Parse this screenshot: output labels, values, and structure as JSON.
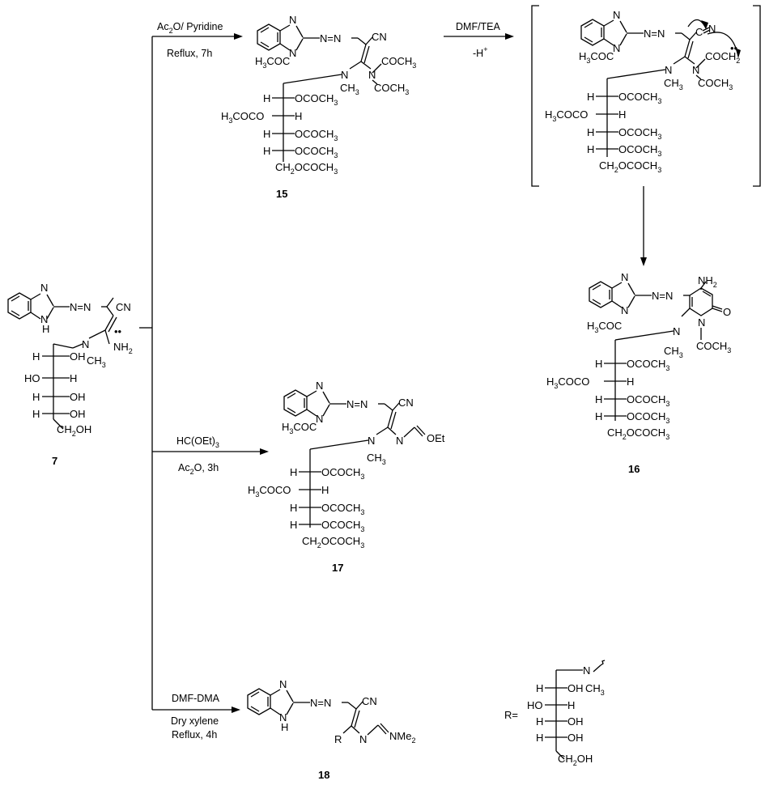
{
  "conditions": {
    "c15_line1": "Ac",
    "c15_line1_sub": "2",
    "c15_line1_rest": "O/ Pyridine",
    "c15_line2": "Reflux, 7h",
    "c17_line1": "HC(OEt)",
    "c17_line1_sub": "3",
    "c17_line2": "Ac",
    "c17_line2_sub": "2",
    "c17_line2_rest": "O, 3h",
    "c18_line1": "DMF-DMA",
    "c18_line2": "Dry xylene",
    "c18_line3": "Reflux, 4h",
    "cInt_line1": "DMF/TEA",
    "cInt_line2": "-H",
    "cInt_line2_sup": "+"
  },
  "compounds": {
    "c7": {
      "label": "7",
      "atoms": {
        "N_top": "N",
        "NH": "N",
        "H": "H",
        "azo": "N=N",
        "CN": "CN",
        "NH2": "NH",
        "NH2_sub": "2",
        "N_me": "N",
        "CH3": "CH",
        "CH3_sub": "3",
        "r1": "H",
        "r1b": "OH",
        "r2": "HO",
        "r2b": "H",
        "r3": "H",
        "r3b": "OH",
        "r4": "H",
        "r4b": "OH",
        "ch2oh": "CH",
        "ch2oh_sub": "2",
        "ch2oh_rest": "OH",
        "lonepair": "••"
      }
    },
    "c15": {
      "label": "15",
      "atoms": {
        "N_top": "N",
        "N_ac": "N",
        "acyl": "H",
        "acyl_sub": "3",
        "acyl_rest": "COC",
        "azo": "N=N",
        "CN": "CN",
        "N_me": "N",
        "CH3": "CH",
        "CH3_sub": "3",
        "N2": "N",
        "coch3a": "COCH",
        "coch3a_sub": "3",
        "coch3b": "COCH",
        "coch3b_sub": "3",
        "r1": "H",
        "r1b": "OCOCH",
        "r1b_sub": "3",
        "r2": "H",
        "r2_sub": "3",
        "r2_rest": "COCO",
        "r2b": "H",
        "r3": "H",
        "r3b": "OCOCH",
        "r3b_sub": "3",
        "r4": "H",
        "r4b": "OCOCH",
        "r4b_sub": "3",
        "ch2": "CH",
        "ch2_sub": "2",
        "ch2_rest": "OCOCH",
        "ch2_sub2": "3"
      }
    },
    "intermediate": {
      "atoms": {
        "N_top": "N",
        "N_ac": "N",
        "acyl": "H",
        "acyl_sub": "3",
        "acyl_rest": "COC",
        "azo": "N=N",
        "C": "C",
        "N_cn": "N",
        "N_me": "N",
        "CH3": "CH",
        "CH3_sub": "3",
        "N2": "N",
        "coch2": "COCH",
        "coch2_sub": "2",
        "coch3": "COCH",
        "coch3_sub": "3",
        "r1": "H",
        "r1b": "OCOCH",
        "r1b_sub": "3",
        "r2": "H",
        "r2_sub": "3",
        "r2_rest": "COCO",
        "r2b": "H",
        "r3": "H",
        "r3b": "OCOCH",
        "r3b_sub": "3",
        "r4": "H",
        "r4b": "OCOCH",
        "r4b_sub": "3",
        "ch2": "CH",
        "ch2_sub": "2",
        "ch2_rest": "OCOCH",
        "ch2_sub2": "3",
        "lonepair": "••"
      }
    },
    "c16": {
      "label": "16",
      "atoms": {
        "N_top": "N",
        "N_ac": "N",
        "acyl": "H",
        "acyl_sub": "3",
        "acyl_rest": "COC",
        "azo": "N=N",
        "NH2": "NH",
        "NH2_sub": "2",
        "O": "O",
        "N_ring": "N",
        "N_me": "N",
        "CH3": "CH",
        "CH3_sub": "3",
        "coch3": "COCH",
        "coch3_sub": "3",
        "r1": "H",
        "r1b": "OCOCH",
        "r1b_sub": "3",
        "r2": "H",
        "r2_sub": "3",
        "r2_rest": "COCO",
        "r2b": "H",
        "r3": "H",
        "r3b": "OCOCH",
        "r3b_sub": "3",
        "r4": "H",
        "r4b": "OCOCH",
        "r4b_sub": "3",
        "ch2": "CH",
        "ch2_sub": "2",
        "ch2_rest": "OCOCH",
        "ch2_sub2": "3"
      }
    },
    "c17": {
      "label": "17",
      "atoms": {
        "N_top": "N",
        "N_ac": "N",
        "acyl": "H",
        "acyl_sub": "3",
        "acyl_rest": "COC",
        "azo": "N=N",
        "CN": "CN",
        "N_me": "N",
        "CH3": "CH",
        "CH3_sub": "3",
        "N2": "N",
        "OEt": "OEt",
        "r1": "H",
        "r1b": "OCOCH",
        "r1b_sub": "3",
        "r2": "H",
        "r2_sub": "3",
        "r2_rest": "COCO",
        "r2b": "H",
        "r3": "H",
        "r3b": "OCOCH",
        "r3b_sub": "3",
        "r4": "H",
        "r4b": "OCOCH",
        "r4b_sub": "3",
        "ch2": "CH",
        "ch2_sub": "2",
        "ch2_rest": "OCOCH",
        "ch2_sub2": "3"
      }
    },
    "c18": {
      "label": "18",
      "atoms": {
        "N_top": "N",
        "NH": "N",
        "H": "H",
        "azo": "N=N",
        "CN": "CN",
        "R": "R",
        "N2": "N",
        "NMe2": "NMe",
        "NMe2_sub": "2"
      }
    },
    "R_def": {
      "label": "R=",
      "atoms": {
        "N": "N",
        "CH3": "CH",
        "CH3_sub": "3",
        "r1": "H",
        "r1b": "OH",
        "r2": "HO",
        "r2b": "H",
        "r3": "H",
        "r3b": "OH",
        "r4": "H",
        "r4b": "OH",
        "ch2": "CH",
        "ch2_sub": "2",
        "ch2_rest": "OH"
      }
    }
  }
}
